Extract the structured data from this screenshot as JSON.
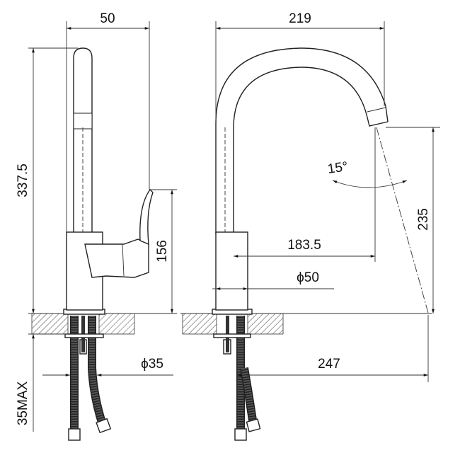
{
  "title": "Kitchen faucet dimension drawing",
  "dimensions": {
    "side_width": "50",
    "front_width": "219",
    "total_height": "337.5",
    "spout_angle": "15°",
    "spout_height": "235",
    "spout_reach": "183.5",
    "body_diameter": "ϕ50",
    "handle_height": "156",
    "hole_diameter": "ϕ35",
    "counter_reach": "247",
    "max_counter_thickness": "35MAX"
  }
}
